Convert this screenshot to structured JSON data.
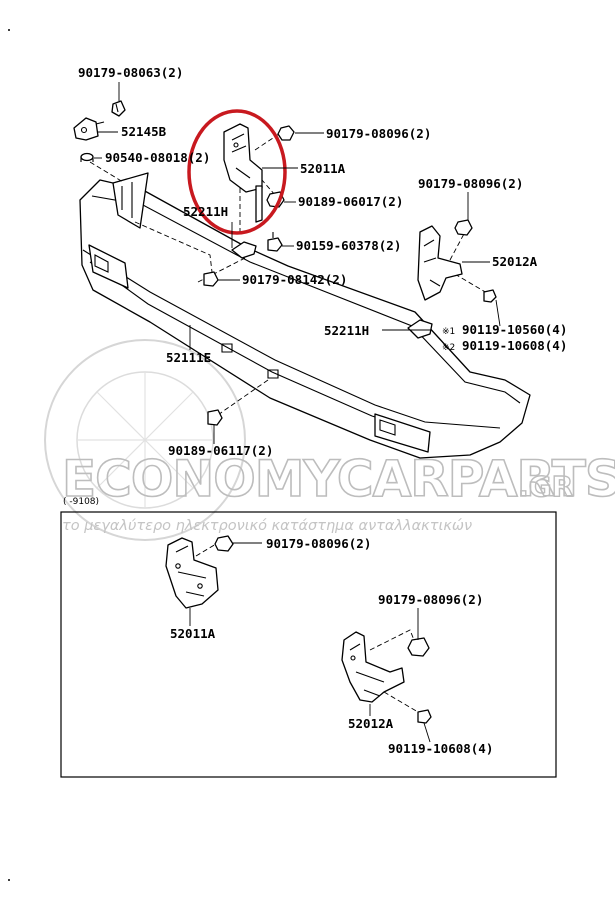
{
  "labels": {
    "bolt_top": "90179-08063(2)",
    "bracket_52145b": "52145B",
    "washer_90540": "90540-08018(2)",
    "nut_upper_center": "90179-08096(2)",
    "bracket_52011a": "52011A",
    "nut_90189_upper": "90189-06017(2)",
    "stay_52211h_left": "52211H",
    "bolt_90159": "90159-60378(2)",
    "nut_upper_right": "90179-08096(2)",
    "bracket_52012a": "52012A",
    "nut_90179_08142": "90179-08142(2)",
    "stay_52211h_right": "52211H",
    "note1_mark": "※1",
    "note1_part": "90119-10560(4)",
    "note2_mark": "※2",
    "note2_part": "90119-10608(4)",
    "bumper_52111e": "52111E",
    "nut_90189_lower": "90189-06117(2)",
    "inset_range": "(    -9108)",
    "inset_nut_left": "90179-08096(2)",
    "inset_bracket_52011a": "52011A",
    "inset_nut_right": "90179-08096(2)",
    "inset_bracket_52012a": "52012A",
    "inset_bolt": "90119-10608(4)"
  },
  "watermark": {
    "brand": "ECONOMYCARPARTS",
    "domain": ".GR",
    "tagline": "το μεγαλύτερο ηλεκτρονικό κατάστημα ανταλλακτικών"
  },
  "colors": {
    "highlight_circle": "#c8191f",
    "watermark": "#bdbdbd",
    "line": "#000000"
  }
}
